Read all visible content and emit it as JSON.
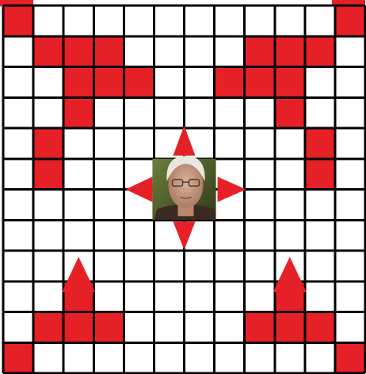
{
  "board": {
    "rows": 12,
    "cols": 12,
    "colors": {
      "background": "#ffffff",
      "grid": "#000000",
      "tile": "#e52127"
    },
    "red_cells": [
      [
        0,
        0
      ],
      [
        0,
        11
      ],
      [
        1,
        1
      ],
      [
        1,
        2
      ],
      [
        1,
        3
      ],
      [
        1,
        8
      ],
      [
        1,
        9
      ],
      [
        1,
        10
      ],
      [
        2,
        2
      ],
      [
        2,
        3
      ],
      [
        2,
        4
      ],
      [
        2,
        7
      ],
      [
        2,
        8
      ],
      [
        2,
        9
      ],
      [
        3,
        2
      ],
      [
        3,
        9
      ],
      [
        4,
        1
      ],
      [
        4,
        10
      ],
      [
        5,
        1
      ],
      [
        5,
        10
      ],
      [
        9,
        2
      ],
      [
        9,
        9
      ],
      [
        10,
        1
      ],
      [
        10,
        2
      ],
      [
        10,
        3
      ],
      [
        10,
        8
      ],
      [
        10,
        9
      ],
      [
        10,
        10
      ],
      [
        11,
        0
      ],
      [
        11,
        11
      ]
    ],
    "center": {
      "row_start": 5,
      "col_start": 5,
      "span": 2,
      "image": "portrait-photo",
      "description_hidden": true
    },
    "arrows": [
      {
        "name": "arrow-up",
        "direction": "up",
        "anchor": "center-top"
      },
      {
        "name": "arrow-down",
        "direction": "down",
        "anchor": "center-bottom"
      },
      {
        "name": "arrow-left",
        "direction": "left",
        "anchor": "center-left"
      },
      {
        "name": "arrow-right",
        "direction": "right",
        "anchor": "center-right"
      },
      {
        "name": "arrow-up-bottom-left",
        "direction": "up",
        "anchor": "cell-9-2"
      },
      {
        "name": "arrow-up-bottom-right",
        "direction": "up",
        "anchor": "cell-9-9"
      }
    ]
  }
}
